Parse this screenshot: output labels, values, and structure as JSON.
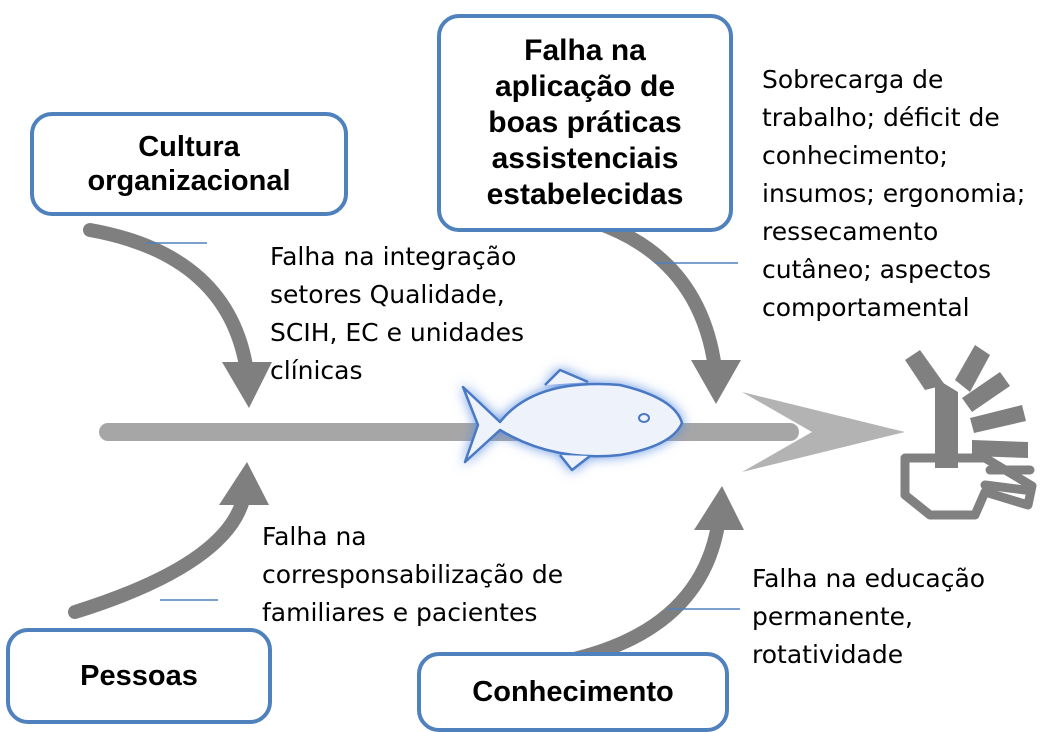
{
  "categories": {
    "cultura": {
      "title": "Cultura\norganizacional",
      "cause": "Falha na integração\nsetores Qualidade,\nSCIH, EC e unidades\nclínicas"
    },
    "falha_aplicacao": {
      "title": "Falha na\naplicação de\nboas práticas\nassistenciais\nestabelecidas",
      "cause": "Sobrecarga de\ntrabalho; déficit de\nconhecimento;\ninsumos; ergonomia;\nressecamento\ncutâneo; aspectos\ncomportamental"
    },
    "pessoas": {
      "title": "Pessoas",
      "cause": "Falha na\ncorresponsabilização de\nfamiliares e pacientes"
    },
    "conhecimento": {
      "title": "Conhecimento",
      "cause": "Falha na educação\npermanente,\nrotatividade"
    }
  },
  "colors": {
    "box_border": "#4f81bd",
    "arrow": "#7f7f7f",
    "spine": "#a6a6a6",
    "leader_line": "#4f81bd",
    "fish_fill": "#eef3fb",
    "fish_glow": "#5b8ee0"
  },
  "icons": {
    "fish": "fish-icon",
    "hands": "hands-icon"
  }
}
